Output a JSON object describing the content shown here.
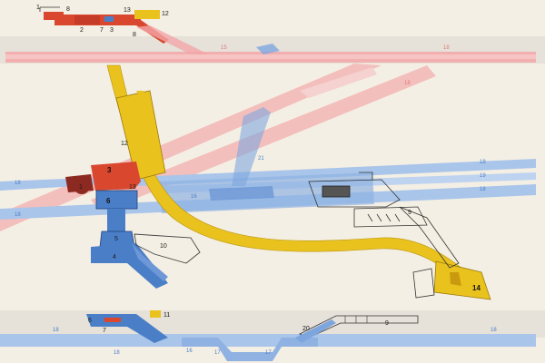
{
  "colors": {
    "background": "#f4efe4",
    "red": "#d9472f",
    "red_dark": "#8c2a22",
    "blue": "#4a7fc8",
    "blue_light": "#a9c5ea",
    "yellow": "#e9c21e",
    "pink": "#f4a8a8",
    "band": "#e5e0d8"
  },
  "labels": {
    "n1": "1",
    "n2": "2",
    "n3": "3",
    "n4": "4",
    "n5": "5",
    "n6": "6",
    "n7": "7",
    "n8": "8",
    "n9": "9",
    "n10": "10",
    "n11": "11",
    "n12": "12",
    "n13": "13",
    "n14": "14",
    "n15": "15",
    "n16": "16",
    "n17": "17",
    "n18": "18",
    "n19": "19",
    "n20": "20",
    "n21": "21"
  }
}
